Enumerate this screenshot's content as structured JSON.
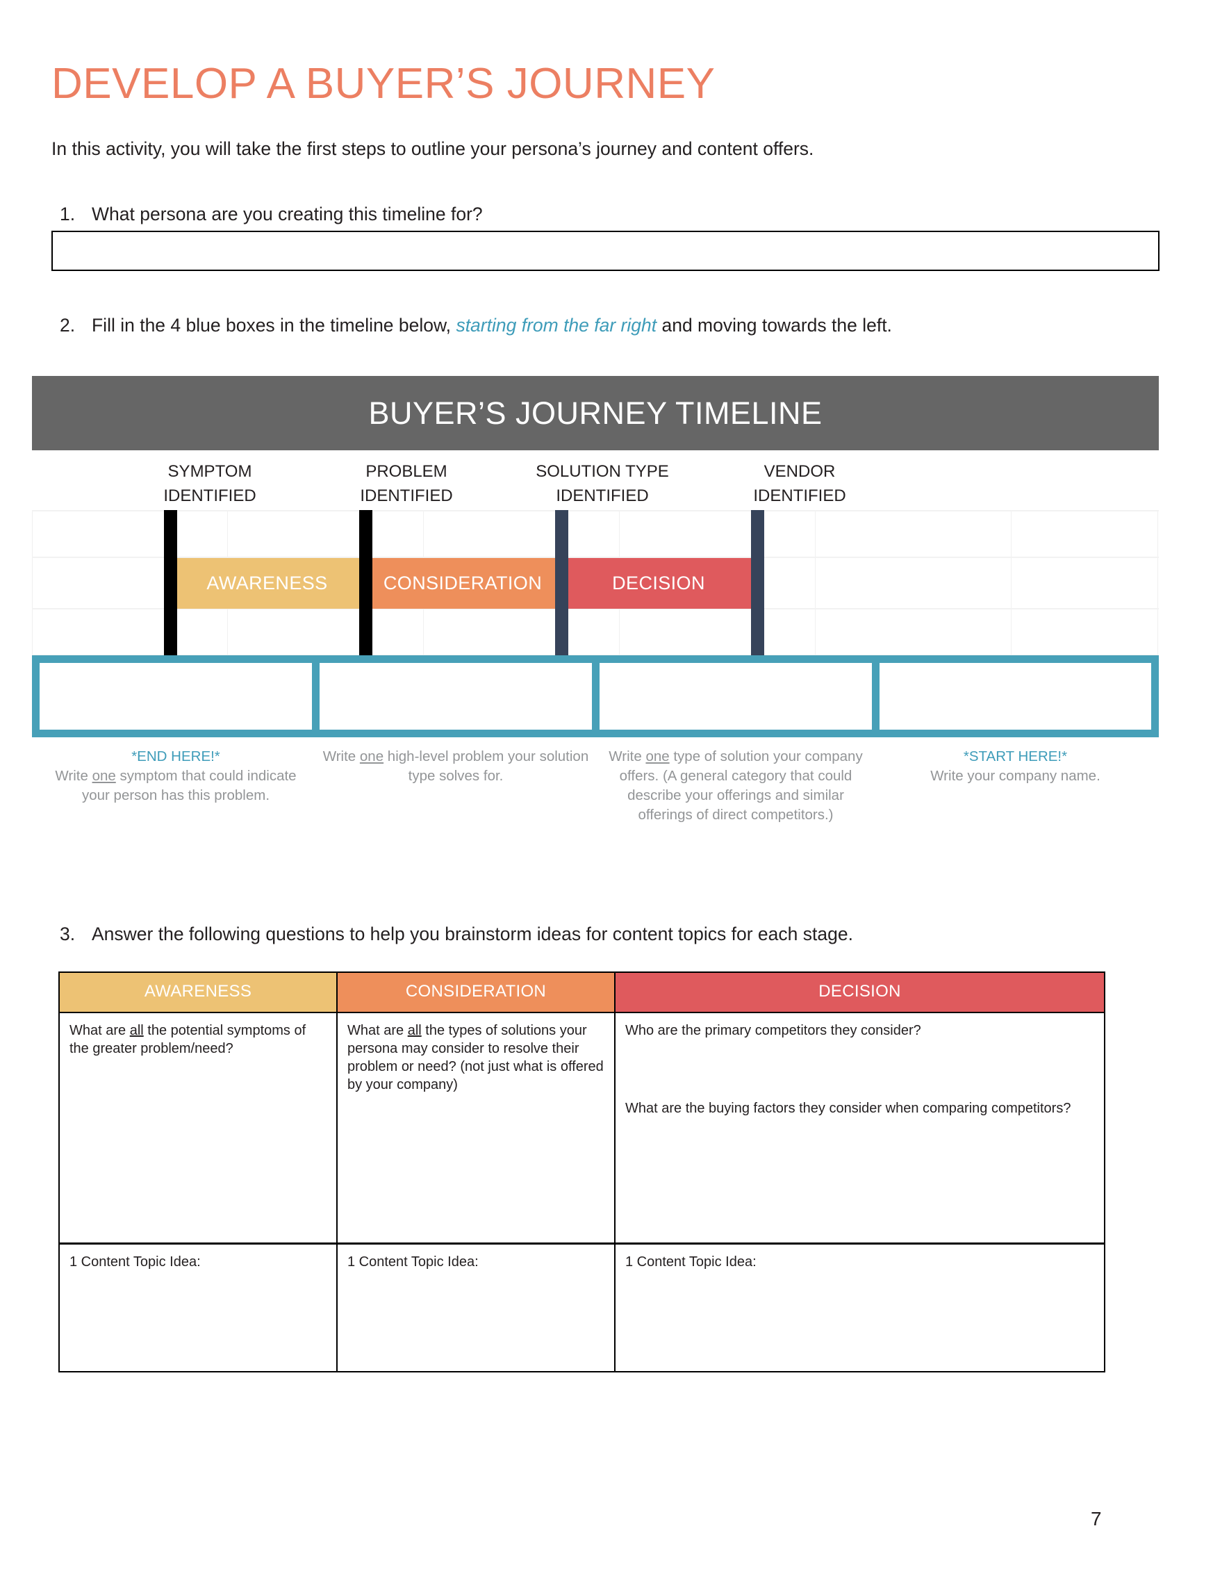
{
  "document": {
    "title": "DEVELOP A BUYER’S JOURNEY",
    "intro": "In this activity, you will take the first steps to outline your persona’s journey and content offers.",
    "page_number": "7"
  },
  "questions": [
    {
      "num": "1.",
      "text": "What persona are you creating this timeline for?",
      "answer_value": ""
    },
    {
      "num": "2.",
      "text_before": "Fill in the 4 blue boxes in the timeline below,",
      "emphasis": "starting from the far right",
      "text_after": "and moving towards the left."
    },
    {
      "num": "3.",
      "text": "Answer the following questions to help you brainstorm ideas for content topics for each stage."
    }
  ],
  "timeline": {
    "header_title": "BUYER’S JOURNEY TIMELINE",
    "header_bg": "#666666",
    "milestones": [
      {
        "line1": "SYMPTOM",
        "line2": "IDENTIFIED",
        "marker_color": "#000000"
      },
      {
        "line1": "PROBLEM",
        "line2": "IDENTIFIED",
        "marker_color": "#000000"
      },
      {
        "line1": "SOLUTION TYPE",
        "line2": "IDENTIFIED",
        "marker_color": "#36435A"
      },
      {
        "line1": "VENDOR",
        "line2": "IDENTIFIED",
        "marker_color": "#36435A"
      }
    ],
    "stages": [
      {
        "label": "AWARENESS",
        "color": "#EDC274"
      },
      {
        "label": "CONSIDERATION",
        "color": "#EE8F5B"
      },
      {
        "label": "DECISION",
        "color": "#DF5A5D"
      }
    ],
    "box_border_color": "#47A0B8",
    "boxes": [
      {
        "value": ""
      },
      {
        "value": ""
      },
      {
        "value": ""
      },
      {
        "value": ""
      }
    ],
    "captions": [
      {
        "highlight": "*END HERE!*",
        "line_a": "Write ",
        "underline": "one",
        "line_b": " symptom that could indicate your person has this problem.",
        "extra": ""
      },
      {
        "highlight": "",
        "line_a": "Write ",
        "underline": "one",
        "line_b": " high-level problem your solution type solves for.",
        "extra": ""
      },
      {
        "highlight": "",
        "line_a": "Write ",
        "underline": "one",
        "line_b": " type of solution your company offers.",
        "extra": "(A general category that could describe your offerings and similar offerings of direct competitors.)"
      },
      {
        "highlight": "*START HERE!*",
        "line_a": "Write your company name.",
        "underline": "",
        "line_b": "",
        "extra": ""
      }
    ]
  },
  "brainstorm_table": {
    "headers": [
      {
        "label": "AWARENESS",
        "color": "#EDC274"
      },
      {
        "label": "CONSIDERATION",
        "color": "#EE8F5B"
      },
      {
        "label": "DECISION",
        "color": "#DF5A5D"
      }
    ],
    "question_row": [
      {
        "text_a": "What are ",
        "underline": "all",
        "text_b": " the potential symptoms of the greater problem/need?",
        "text_c": ""
      },
      {
        "text_a": "What are ",
        "underline": "all",
        "text_b": " the types of solutions your persona may consider to resolve their problem or need? (not just what is offered by your company)",
        "text_c": ""
      },
      {
        "text_a": "Who are the primary competitors they consider?",
        "underline": "",
        "text_b": "",
        "text_c": "What are the buying factors they consider when comparing competitors?"
      }
    ],
    "idea_row": [
      {
        "label": "1 Content Topic Idea:",
        "value": ""
      },
      {
        "label": "1 Content Topic Idea:",
        "value": ""
      },
      {
        "label": "1 Content Topic Idea:",
        "value": ""
      }
    ]
  }
}
